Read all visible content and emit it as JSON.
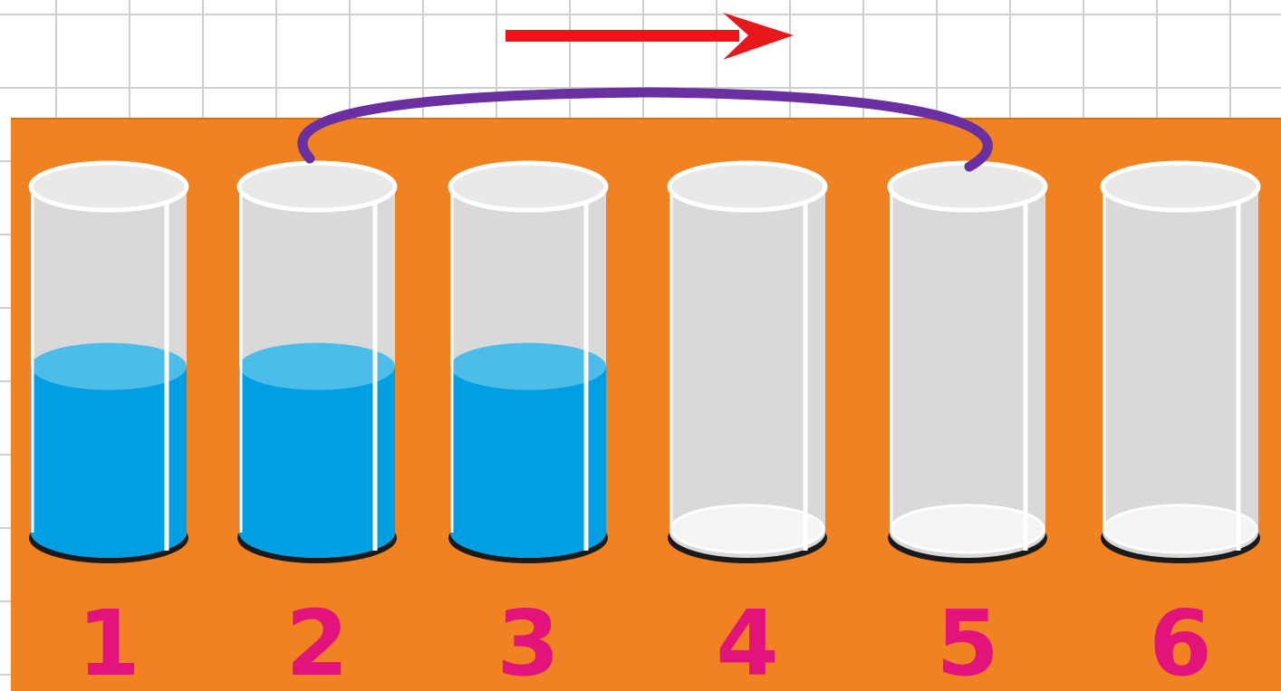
{
  "scene": {
    "colors": {
      "board": "#f08221",
      "water": "#009fe3",
      "water_surface": "#4bbde8",
      "glass": "#d9d9d9",
      "label": "#e2137a",
      "arrow": "#e8171c",
      "arc": "#6a2fa0"
    },
    "direction_arrow": "right",
    "transfer": {
      "from": "2",
      "to": "5"
    },
    "glasses": [
      {
        "label": "1",
        "water_level": 0.48
      },
      {
        "label": "2",
        "water_level": 0.48
      },
      {
        "label": "3",
        "water_level": 0.48
      },
      {
        "label": "4",
        "water_level": 0
      },
      {
        "label": "5",
        "water_level": 0
      },
      {
        "label": "6",
        "water_level": 0
      }
    ]
  }
}
